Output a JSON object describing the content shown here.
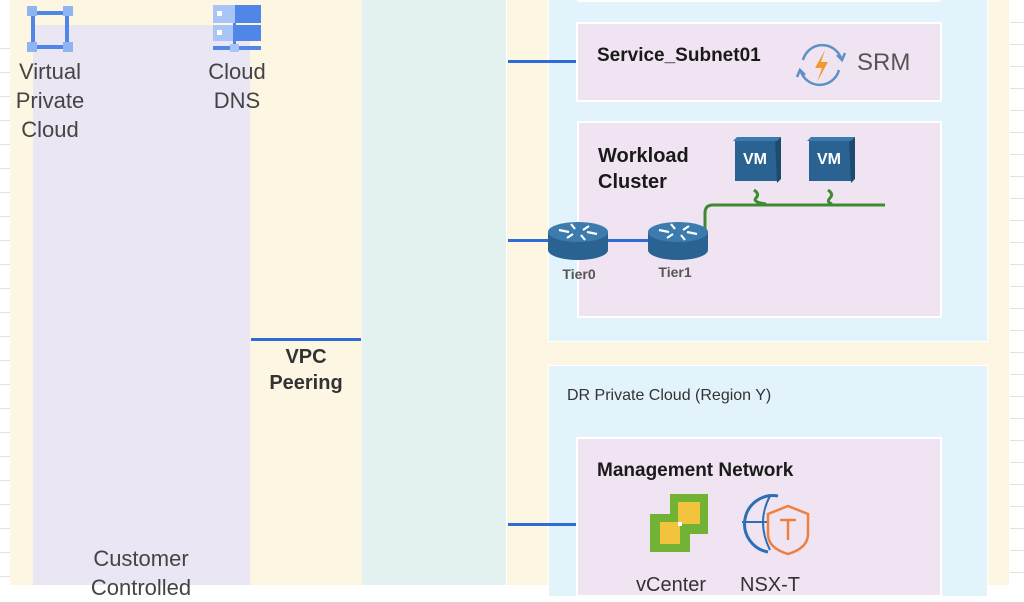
{
  "left_panel": {
    "vpc_icon": "virtual-private-cloud-icon",
    "vpc_label_lines": [
      "Virtual",
      "Private",
      "Cloud"
    ],
    "dns_icon": "cloud-dns-icon",
    "dns_label_lines": [
      "Cloud",
      "DNS"
    ],
    "customer_label_lines": [
      "Customer",
      "Controlled"
    ]
  },
  "peering": {
    "label_lines": [
      "VPC",
      "Peering"
    ]
  },
  "primary_cloud": {
    "service_subnet": {
      "title": "Service_Subnet01",
      "srm_icon": "srm-icon",
      "srm_label": "SRM"
    },
    "workload_cluster": {
      "title_lines": [
        "Workload",
        "Cluster"
      ],
      "vms": [
        "VM",
        "VM"
      ],
      "routers": [
        "Tier0",
        "Tier1"
      ]
    }
  },
  "dr_cloud": {
    "title": "DR Private Cloud (Region Y)",
    "management_network": {
      "title": "Management Network",
      "tools": [
        "vCenter",
        "NSX-T"
      ]
    }
  },
  "colors": {
    "link_blue": "#2d6bd6",
    "segment_green": "#3d8b2f",
    "router_blue": "#2a6391",
    "vm_blue": "#2a6391"
  }
}
